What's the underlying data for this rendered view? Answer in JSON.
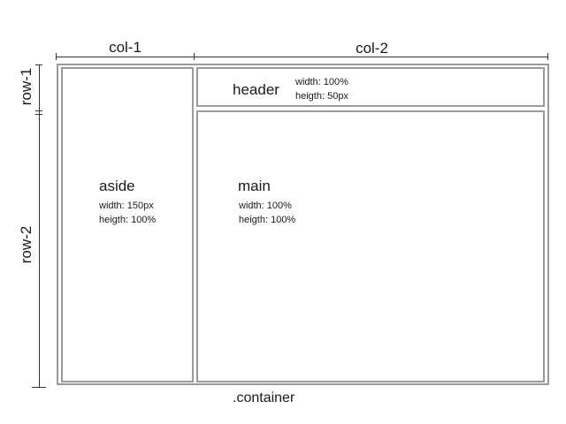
{
  "rulers": {
    "col1": "col-1",
    "col2": "col-2",
    "row1": "row-1",
    "row2": "row-2"
  },
  "aside": {
    "title": "aside",
    "width": "width: 150px",
    "height": "heigth: 100%"
  },
  "header": {
    "title": "header",
    "width": "width: 100%",
    "height": "heigth: 50px"
  },
  "main": {
    "title": "main",
    "width": "width: 100%",
    "height": "heigth: 100%"
  },
  "container": {
    "label": ".container"
  }
}
